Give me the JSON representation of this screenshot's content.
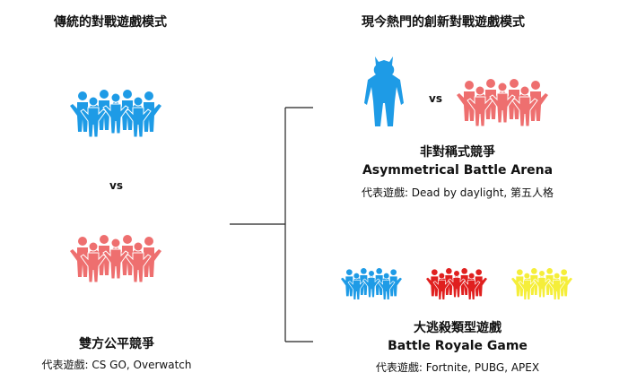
{
  "left": {
    "title": "傳統的對戰遊戲模式",
    "vs": "vs",
    "name": "雙方公平競爭",
    "examples": "代表遊戲: CS GO, Overwatch",
    "team_top_color": "#1e9be6",
    "team_bottom_color": "#ee6f6f"
  },
  "right": {
    "title": "現今熱門的創新對戰遊戲模式",
    "asym": {
      "name_zh": "非對稱式競爭",
      "name_en": "Asymmetrical Battle Arena",
      "examples": "代表遊戲: Dead by daylight, 第五人格",
      "vs": "vs",
      "monster_color": "#1e9be6",
      "team_color": "#ee6f6f"
    },
    "royale": {
      "name_zh": "大逃殺類型遊戲",
      "name_en": "Battle Royale Game",
      "examples": "代表遊戲: Fortnite, PUBG, APEX",
      "team_colors": [
        "#1e9be6",
        "#e0201f",
        "#f5ee3a"
      ]
    }
  },
  "connector_color": "#222222"
}
